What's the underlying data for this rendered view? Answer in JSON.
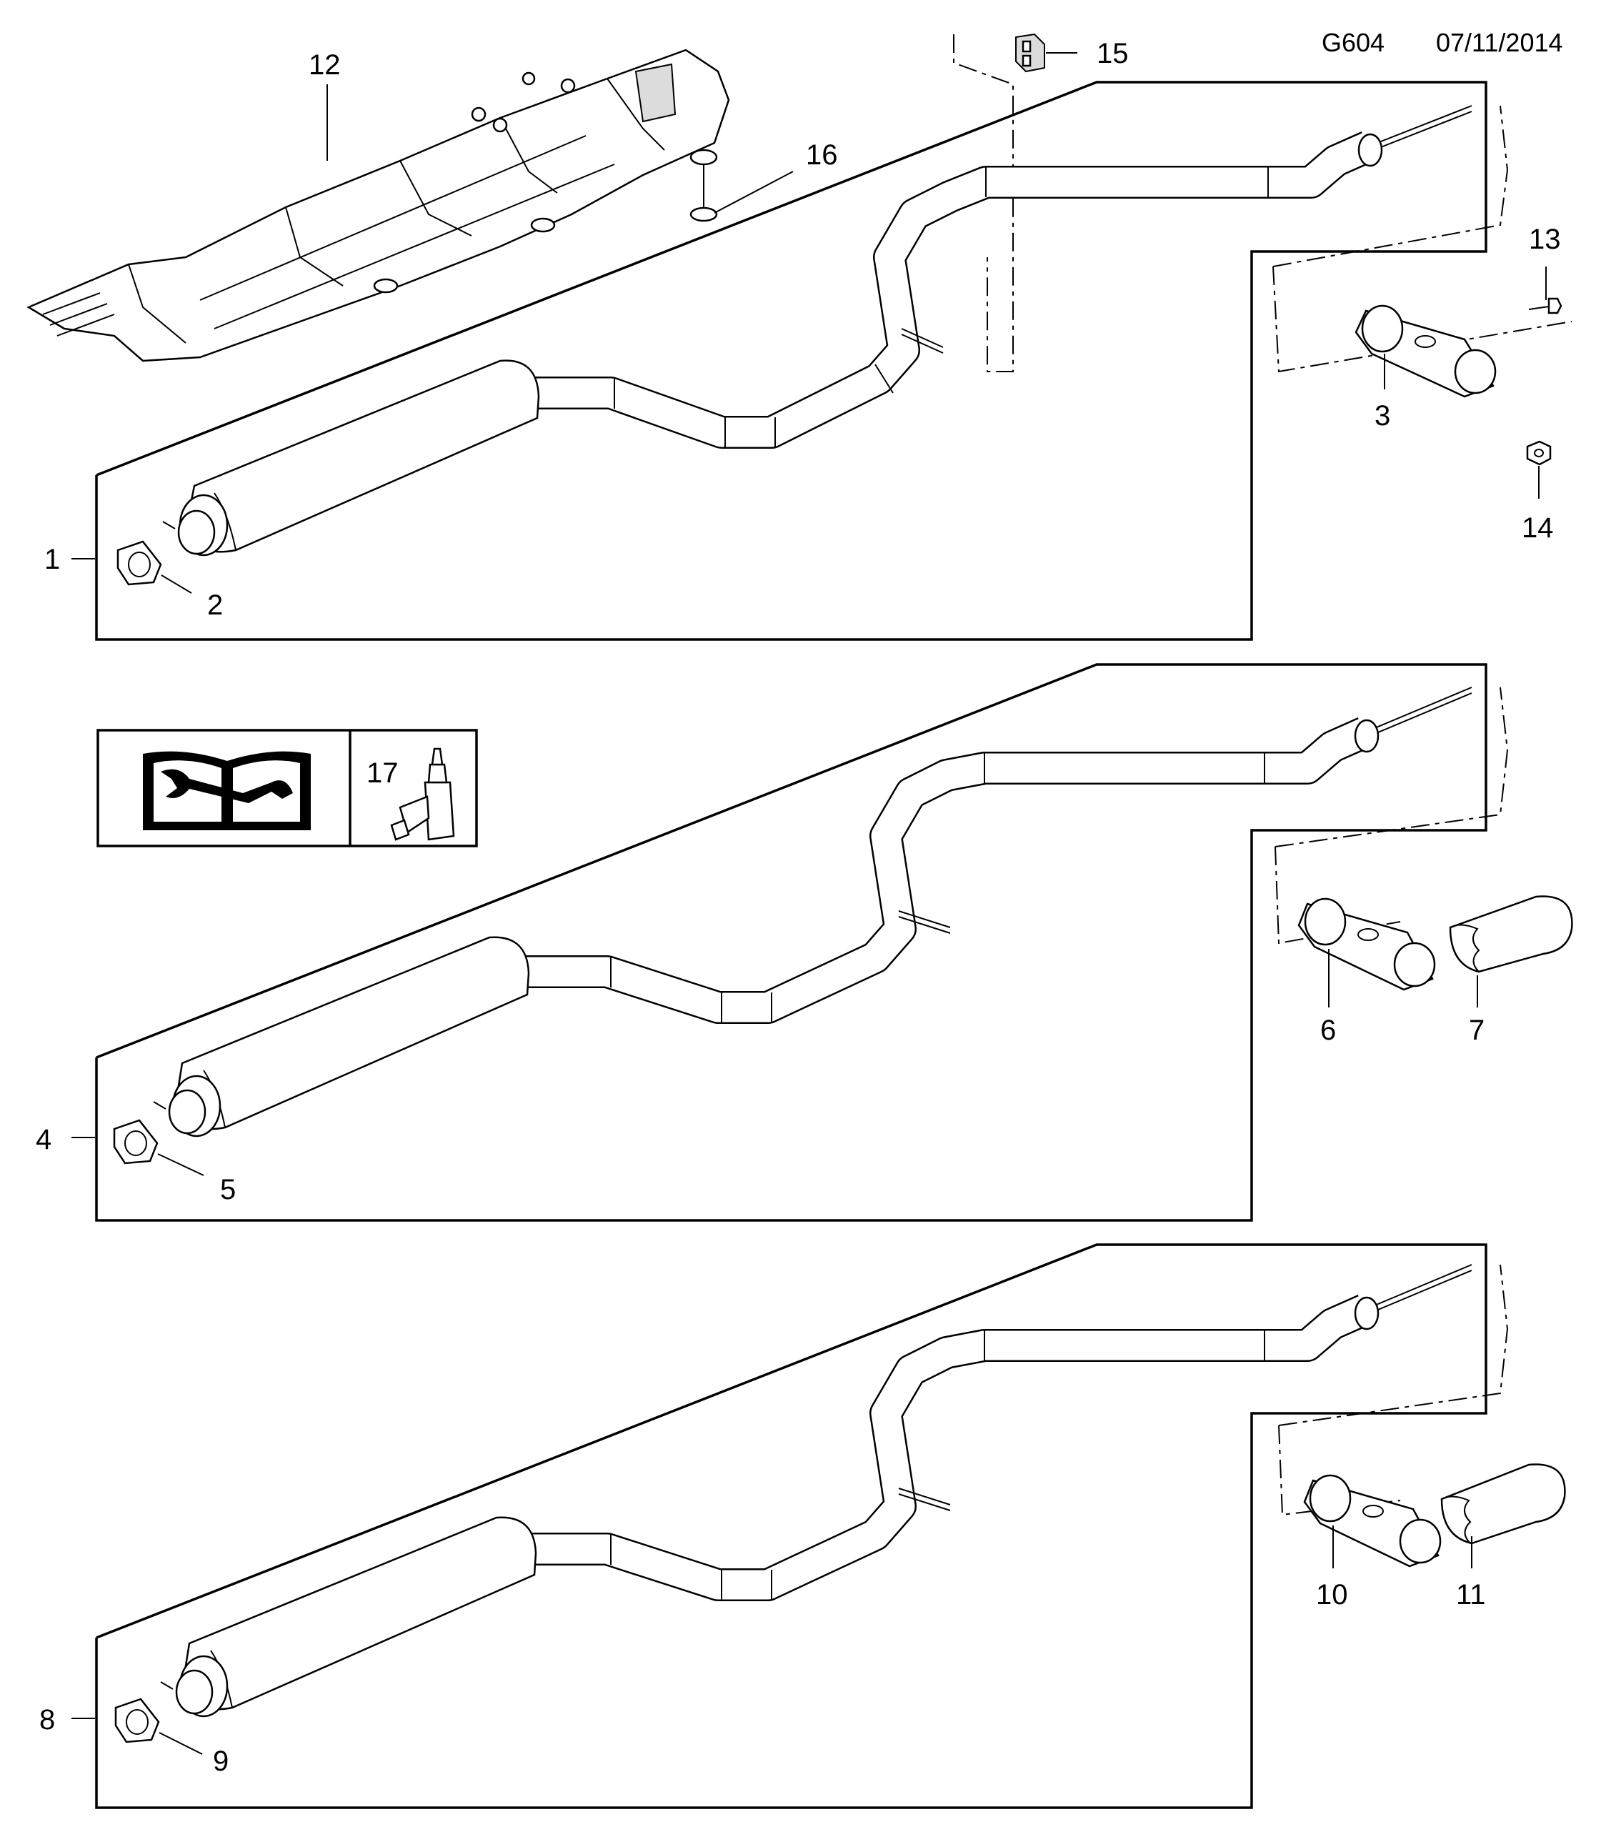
{
  "header": {
    "code": "G604",
    "date": "07/11/2014"
  },
  "callouts": {
    "c1": "1",
    "c2": "2",
    "c3": "3",
    "c4": "4",
    "c5": "5",
    "c6": "6",
    "c7": "7",
    "c8": "8",
    "c9": "9",
    "c10": "10",
    "c11": "11",
    "c12": "12",
    "c13": "13",
    "c14": "14",
    "c15": "15",
    "c16": "16",
    "c17": "17"
  },
  "icons": [
    "manual-book-wrench-icon",
    "sealant-bottle-icon"
  ]
}
